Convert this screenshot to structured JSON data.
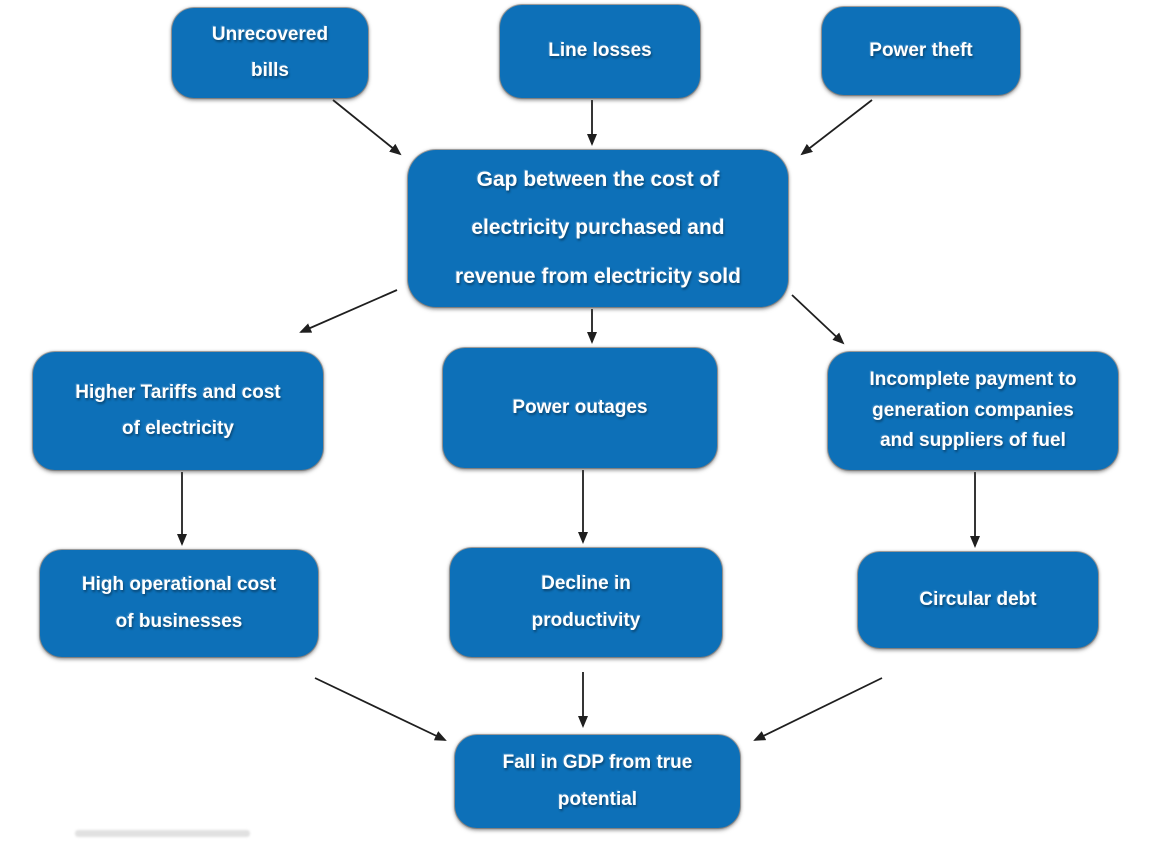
{
  "diagram": {
    "type": "flowchart",
    "colors": {
      "node_fill": "#0D70B8",
      "node_text": "#FFFFFF",
      "arrow": "#1F1F1F"
    },
    "nodes": [
      {
        "id": "unrecovered-bills",
        "label": "Unrecovered\nbills"
      },
      {
        "id": "line-losses",
        "label": "Line losses"
      },
      {
        "id": "power-theft",
        "label": "Power theft"
      },
      {
        "id": "gap",
        "label": "Gap between the cost of\nelectricity purchased and\nrevenue from electricity sold"
      },
      {
        "id": "higher-tariffs",
        "label": "Higher Tariffs and cost\nof electricity"
      },
      {
        "id": "power-outages",
        "label": "Power outages"
      },
      {
        "id": "incomplete-payment",
        "label": "Incomplete payment to\ngeneration companies\nand suppliers of fuel"
      },
      {
        "id": "high-operational-cost",
        "label": "High operational cost\nof businesses"
      },
      {
        "id": "decline-productivity",
        "label": "Decline in\nproductivity"
      },
      {
        "id": "circular-debt",
        "label": "Circular debt"
      },
      {
        "id": "fall-in-gdp",
        "label": "Fall in GDP from true\npotential"
      }
    ],
    "edges": [
      {
        "from": "unrecovered-bills",
        "to": "gap"
      },
      {
        "from": "line-losses",
        "to": "gap"
      },
      {
        "from": "power-theft",
        "to": "gap"
      },
      {
        "from": "gap",
        "to": "higher-tariffs"
      },
      {
        "from": "gap",
        "to": "power-outages"
      },
      {
        "from": "gap",
        "to": "incomplete-payment"
      },
      {
        "from": "higher-tariffs",
        "to": "high-operational-cost"
      },
      {
        "from": "power-outages",
        "to": "decline-productivity"
      },
      {
        "from": "incomplete-payment",
        "to": "circular-debt"
      },
      {
        "from": "high-operational-cost",
        "to": "fall-in-gdp"
      },
      {
        "from": "decline-productivity",
        "to": "fall-in-gdp"
      },
      {
        "from": "circular-debt",
        "to": "fall-in-gdp"
      }
    ]
  }
}
